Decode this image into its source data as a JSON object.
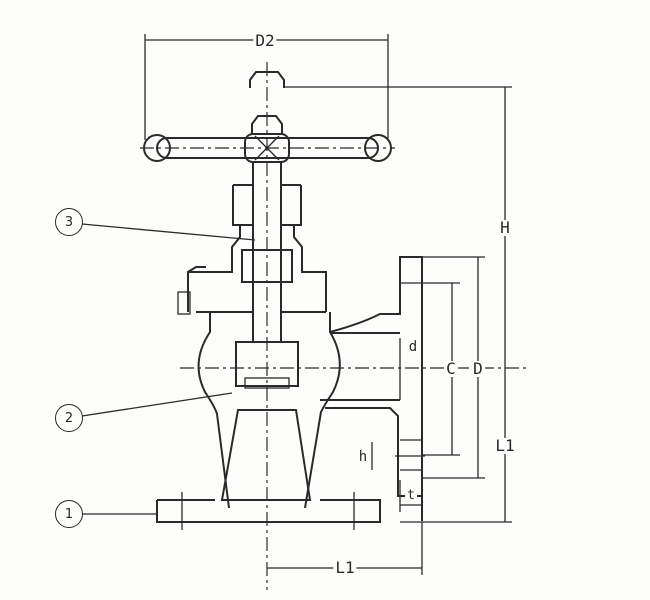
{
  "drawing": {
    "title": "Angle valve dimension drawing",
    "dimensions": {
      "handwheel_diameter": "D2",
      "height": "H",
      "length_vertical": "L1",
      "length_horizontal": "L1",
      "bolt_circle": "C",
      "flange_diameter": "D",
      "bore": "d",
      "bolt_hole": "h",
      "flange_thickness": "t"
    },
    "callouts": [
      "1",
      "2",
      "3"
    ]
  }
}
